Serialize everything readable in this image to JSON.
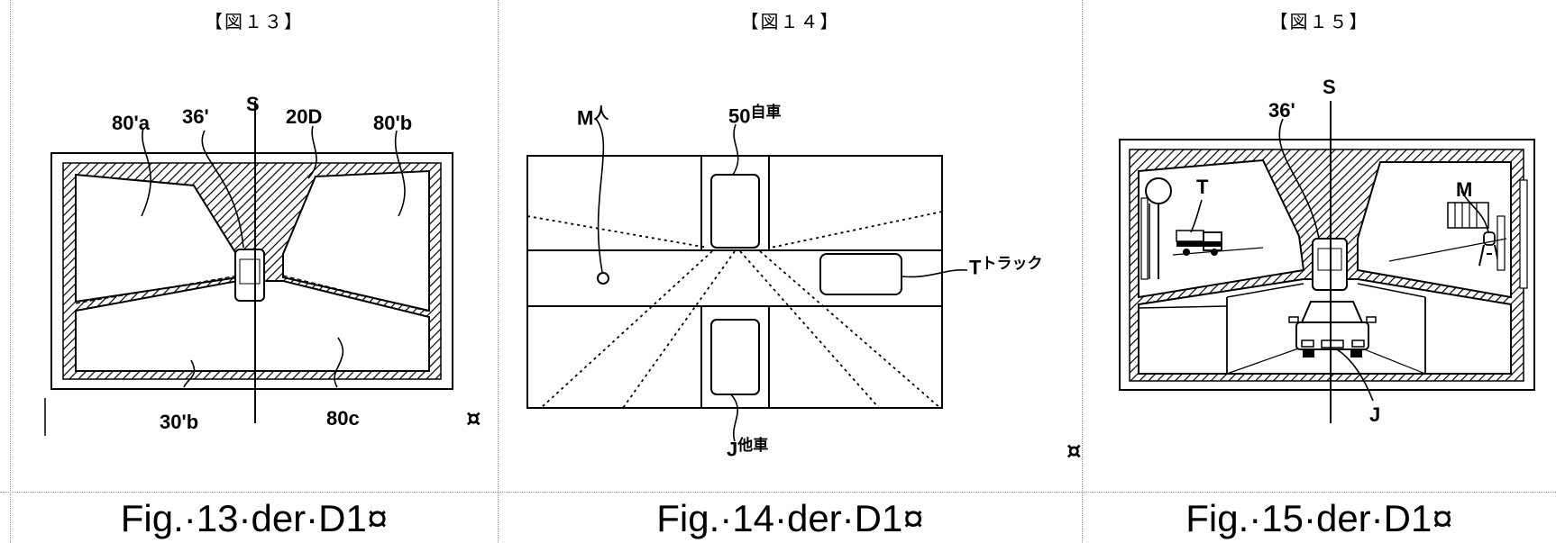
{
  "figures": [
    {
      "heading": "【図１３】",
      "caption": "Fig.·13·der·D1¤",
      "labels": {
        "a": "80'a",
        "b": "36'",
        "c": "S",
        "d": "20D",
        "e": "80'b",
        "f": "30'b",
        "g": "80c"
      },
      "para_mark": "¤"
    },
    {
      "heading": "【図１４】",
      "caption": "Fig.·14·der·D1¤",
      "labels": {
        "m": "M",
        "m_jp": "人",
        "n": "50",
        "n_jp": "自車",
        "t": "T",
        "t_jp": "トラック",
        "j": "J",
        "j_jp": "他車"
      },
      "para_mark": "¤"
    },
    {
      "heading": "【図１５】",
      "caption": "Fig.·15·der·D1¤",
      "labels": {
        "s": "S",
        "b": "36'",
        "t": "T",
        "m": "M",
        "j": "J"
      }
    }
  ]
}
